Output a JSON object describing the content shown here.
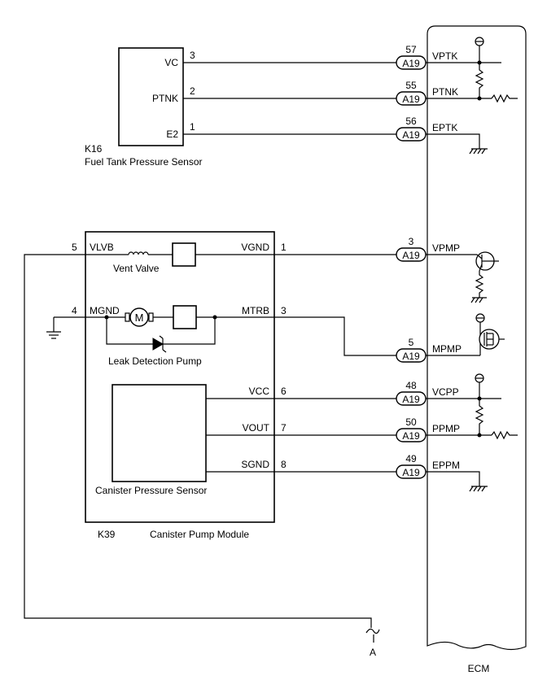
{
  "sensor_k16": {
    "code": "K16",
    "name": "Fuel Tank Pressure Sensor",
    "pins": [
      {
        "label": "VC",
        "num": "3"
      },
      {
        "label": "PTNK",
        "num": "2"
      },
      {
        "label": "E2",
        "num": "1"
      }
    ]
  },
  "module_k39": {
    "code": "K39",
    "name": "Canister Pump Module",
    "vent_valve_label": "Vent Valve",
    "pump_label": "Leak Detection Pump",
    "motor_symbol": "M",
    "pressure_sensor_label": "Canister Pressure Sensor",
    "left_pins": [
      {
        "num": "5",
        "label": "VLVB"
      },
      {
        "num": "4",
        "label": "MGND"
      }
    ],
    "right_pins": [
      {
        "label": "VGND",
        "num": "1"
      },
      {
        "label": "MTRB",
        "num": "3"
      },
      {
        "label": "VCC",
        "num": "6"
      },
      {
        "label": "VOUT",
        "num": "7"
      },
      {
        "label": "SGND",
        "num": "8"
      }
    ]
  },
  "ecm": {
    "label": "ECM",
    "connector": "A19",
    "terminals": [
      {
        "num": "57",
        "name": "VPTK"
      },
      {
        "num": "55",
        "name": "PTNK"
      },
      {
        "num": "56",
        "name": "EPTK"
      },
      {
        "num": "3",
        "name": "VPMP"
      },
      {
        "num": "5",
        "name": "MPMP"
      },
      {
        "num": "48",
        "name": "VCPP"
      },
      {
        "num": "50",
        "name": "PPMP"
      },
      {
        "num": "49",
        "name": "EPPM"
      }
    ]
  },
  "offpage_ref": "A",
  "icons": [
    "ground-icon",
    "power-source-icon",
    "resistor-icon",
    "transistor-icon",
    "mosfet-icon",
    "solenoid-coil-icon",
    "motor-icon",
    "diode-icon",
    "wire-break-icon"
  ]
}
